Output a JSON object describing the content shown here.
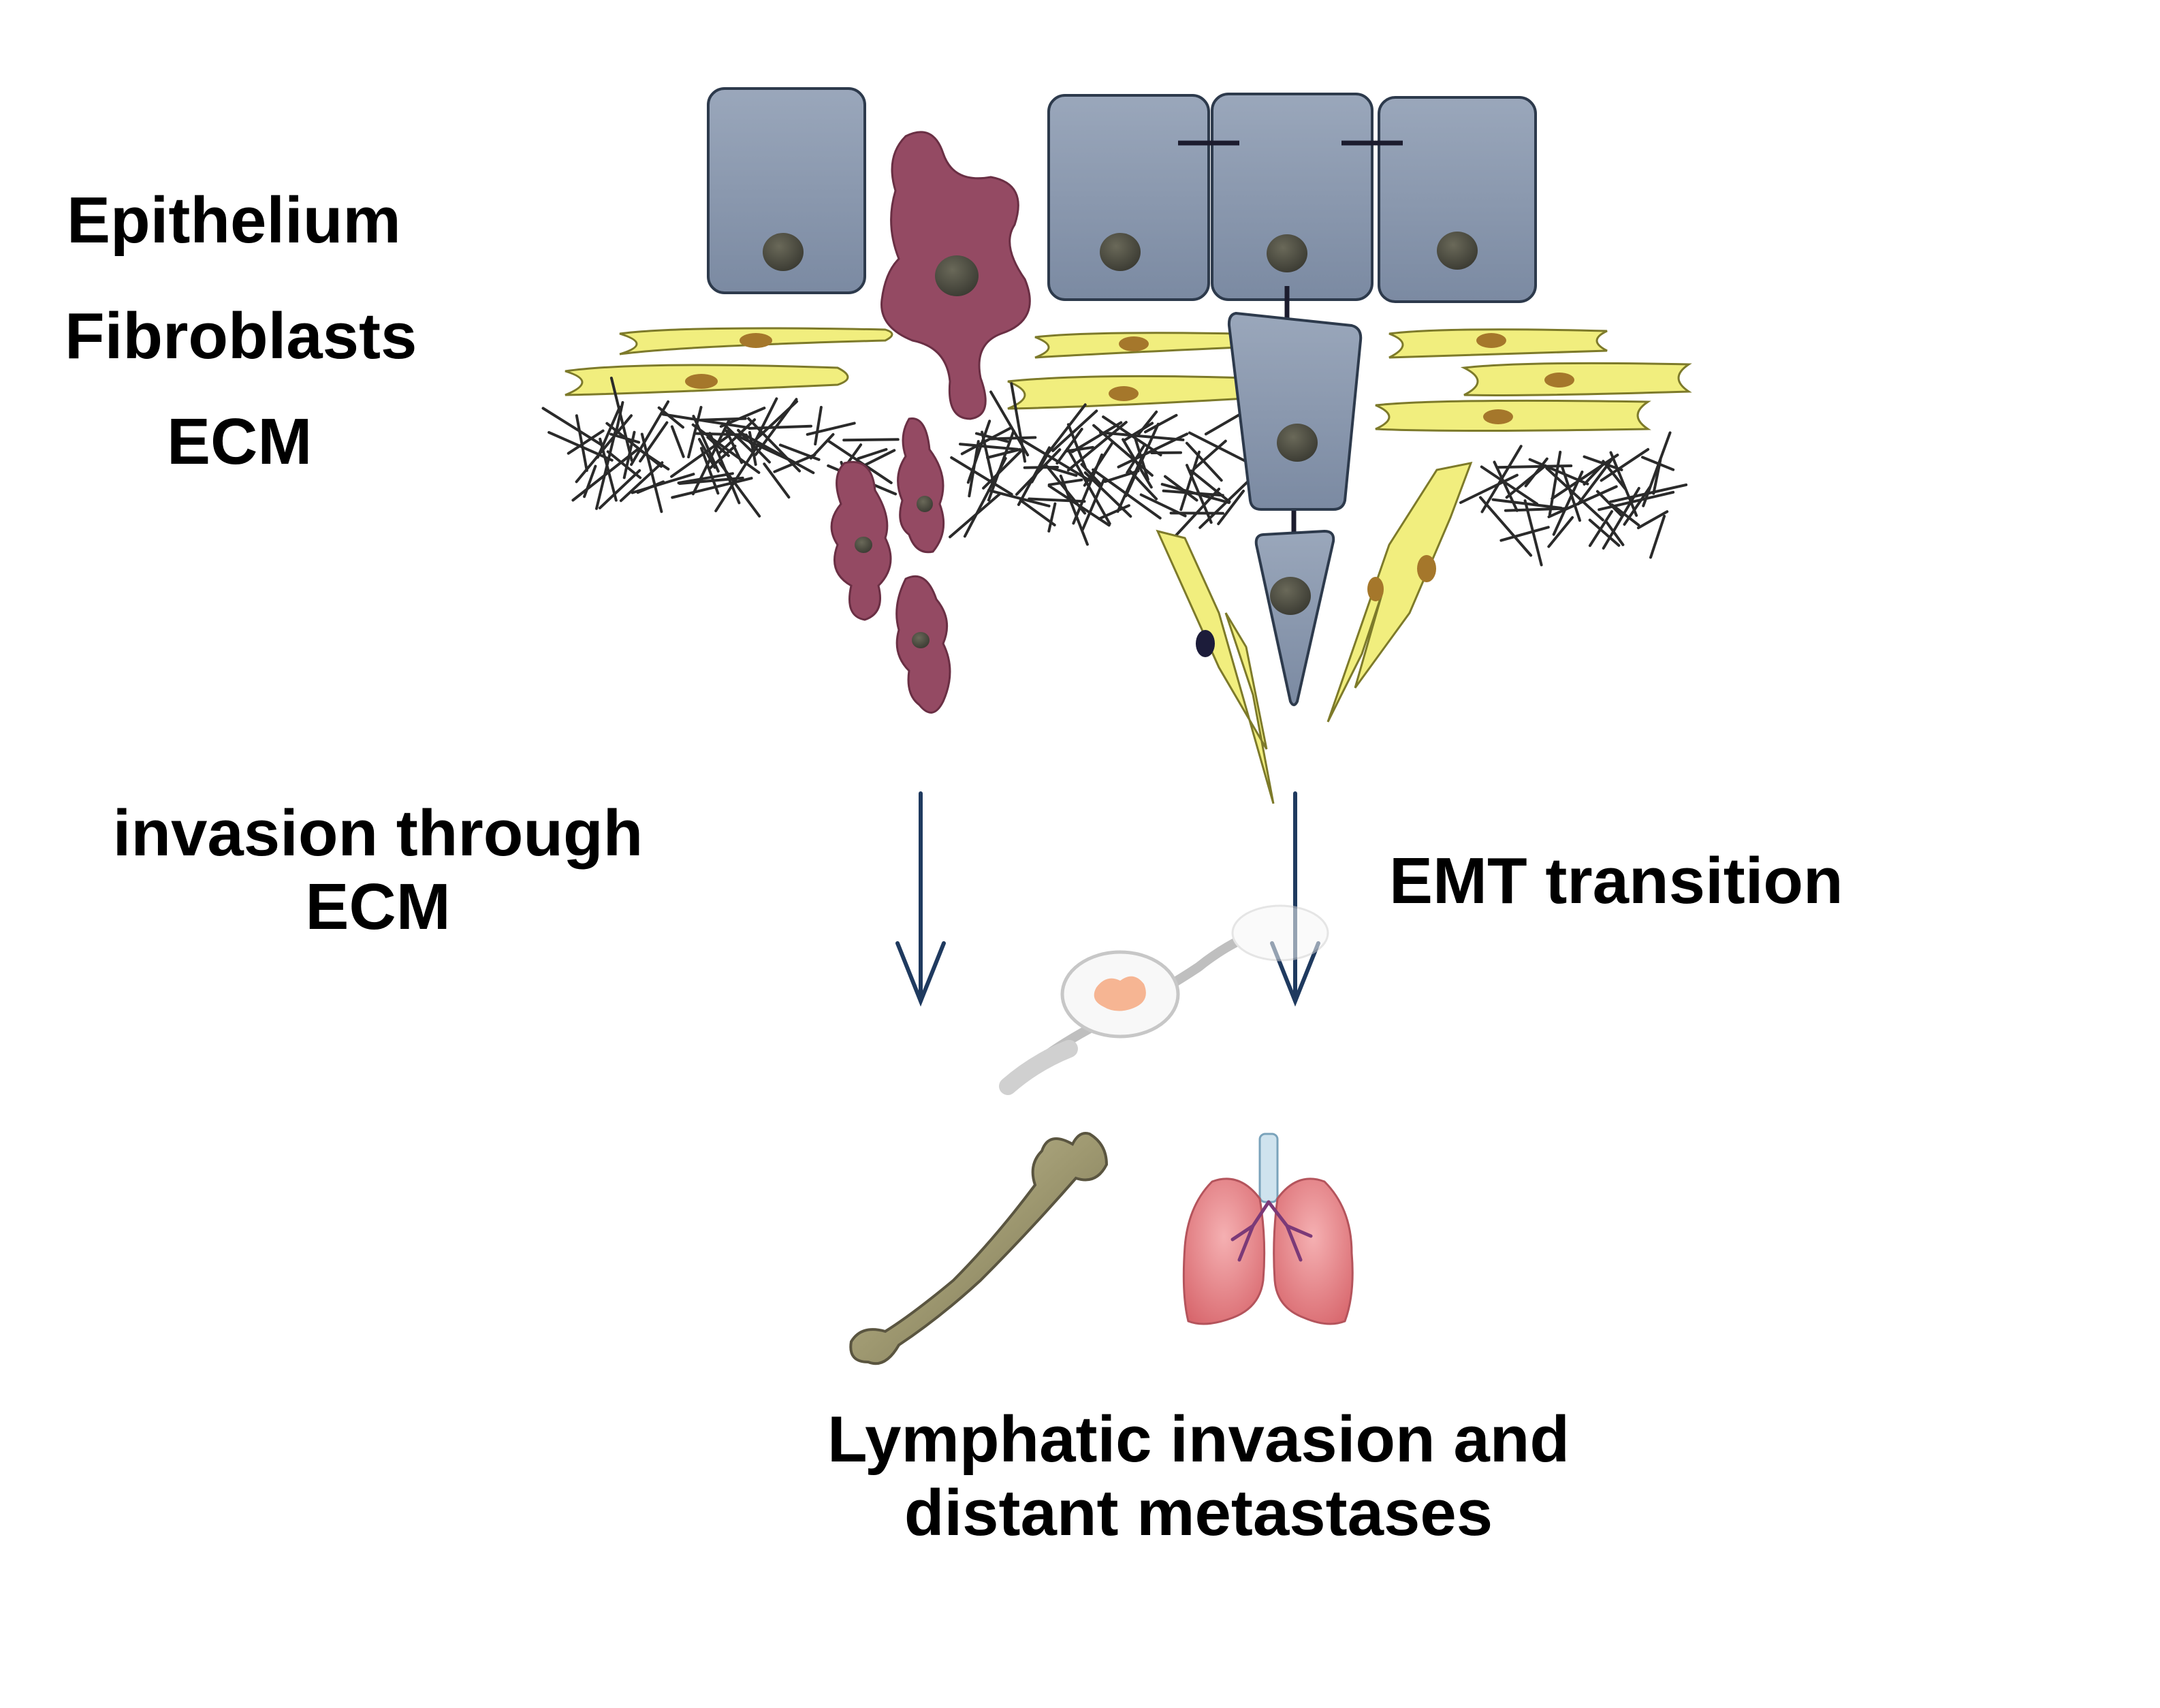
{
  "labels": {
    "epithelium": "Epithelium",
    "fibroblasts": "Fibroblasts",
    "ecm": "ECM",
    "invasion_line1": "invasion through",
    "invasion_line2": "ECM",
    "emt": "EMT transition",
    "result_line1": "Lymphatic invasion and",
    "result_line2": "distant metastases"
  },
  "colors": {
    "epithelial_cell": "#8897ad",
    "nucleus": "#4e4d44",
    "invasive_cell": "#944a63",
    "fibroblast": "#f1ee7e",
    "fibroblast_nucleus": "#a5772b",
    "ecm_fiber": "#2a2a2a",
    "arrow": "#1f3a5f",
    "bone": "#a09a72",
    "lung": "#e68e92"
  },
  "icons": [
    "epithelial-cell-icon",
    "invasive-cancer-cell-icon",
    "fibroblast-icon",
    "ecm-fiber-icon",
    "lymph-node-icon",
    "bone-icon",
    "lungs-icon",
    "down-arrow-icon"
  ]
}
